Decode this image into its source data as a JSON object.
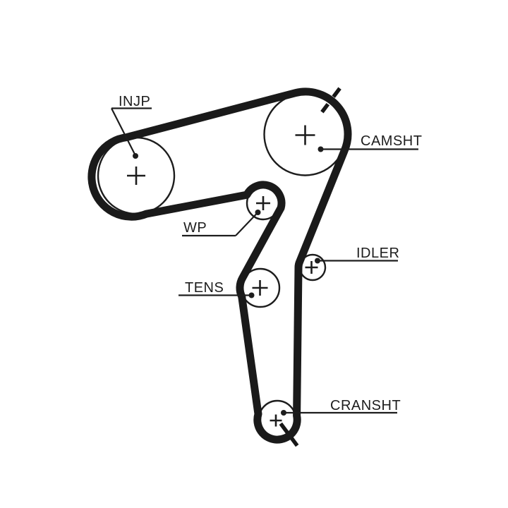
{
  "diagram": {
    "kind": "timing-belt-routing",
    "background_color": "#ffffff",
    "line_color": "#1d1d1d",
    "belt_color": "#1a1a1a",
    "pulleys": [
      {
        "id": "injp",
        "label": "INJP"
      },
      {
        "id": "camsht",
        "label": "CAMSHT"
      },
      {
        "id": "wp",
        "label": "WP"
      },
      {
        "id": "idler",
        "label": "IDLER"
      },
      {
        "id": "tens",
        "label": "TENS"
      },
      {
        "id": "cransht",
        "label": "CRANSHT"
      }
    ]
  }
}
